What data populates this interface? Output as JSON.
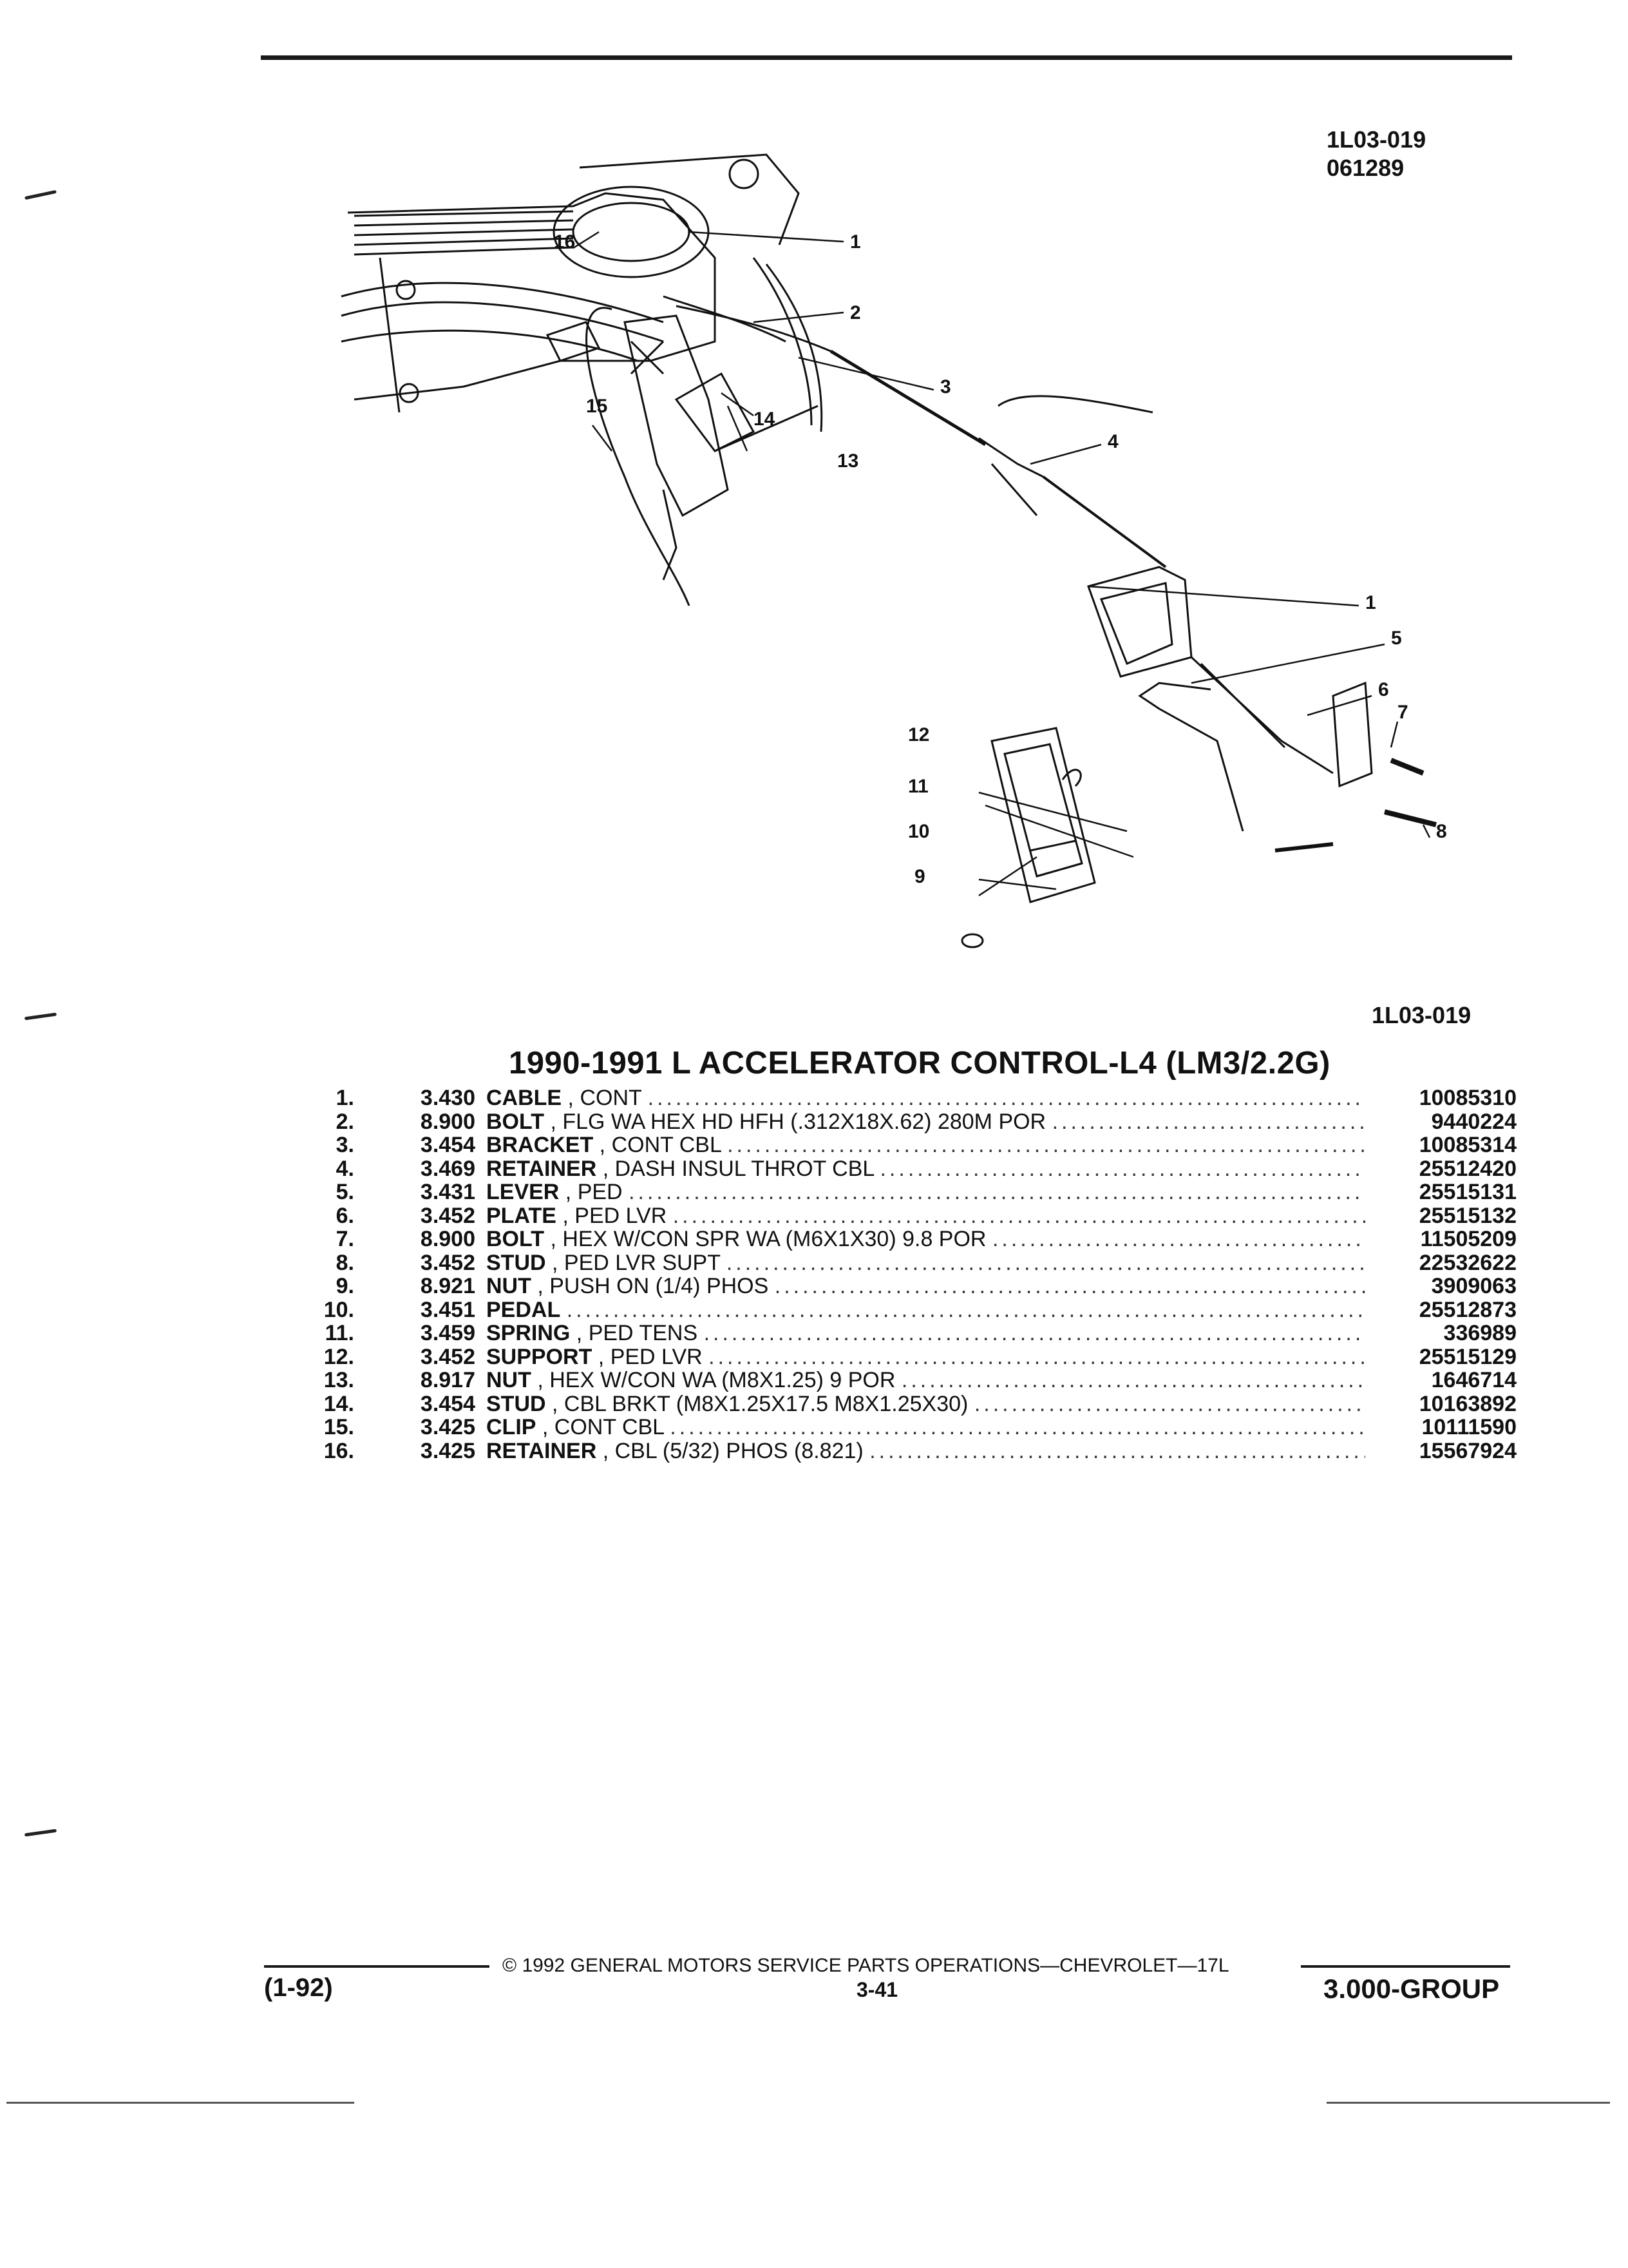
{
  "header": {
    "code_line1": "1L03-019",
    "code_line2": "061289"
  },
  "figure": {
    "code": "1L03-019",
    "callouts": [
      "1",
      "2",
      "3",
      "4",
      "5",
      "6",
      "7",
      "8",
      "9",
      "10",
      "11",
      "12",
      "13",
      "14",
      "15",
      "16"
    ]
  },
  "section_title": "1990-1991 L ACCELERATOR CONTROL-L4 (LM3/2.2G)",
  "parts": [
    {
      "index": "1.",
      "group": "3.430",
      "name": "CABLE",
      "detail": "CONT",
      "part_no": "10085310"
    },
    {
      "index": "2.",
      "group": "8.900",
      "name": "BOLT",
      "detail": "FLG WA HEX HD HFH (.312X18X.62) 280M POR",
      "part_no": "9440224"
    },
    {
      "index": "3.",
      "group": "3.454",
      "name": "BRACKET",
      "detail": "CONT CBL",
      "part_no": "10085314"
    },
    {
      "index": "4.",
      "group": "3.469",
      "name": "RETAINER",
      "detail": "DASH INSUL THROT CBL",
      "part_no": "25512420"
    },
    {
      "index": "5.",
      "group": "3.431",
      "name": "LEVER",
      "detail": "PED",
      "part_no": "25515131"
    },
    {
      "index": "6.",
      "group": "3.452",
      "name": "PLATE",
      "detail": "PED LVR",
      "part_no": "25515132"
    },
    {
      "index": "7.",
      "group": "8.900",
      "name": "BOLT",
      "detail": "HEX W/CON SPR WA (M6X1X30) 9.8 POR",
      "part_no": "11505209"
    },
    {
      "index": "8.",
      "group": "3.452",
      "name": "STUD",
      "detail": "PED LVR SUPT",
      "part_no": "22532622"
    },
    {
      "index": "9.",
      "group": "8.921",
      "name": "NUT",
      "detail": "PUSH ON (1/4) PHOS",
      "part_no": "3909063"
    },
    {
      "index": "10.",
      "group": "3.451",
      "name": "PEDAL",
      "detail": "",
      "part_no": "25512873"
    },
    {
      "index": "11.",
      "group": "3.459",
      "name": "SPRING",
      "detail": "PED TENS",
      "part_no": "336989"
    },
    {
      "index": "12.",
      "group": "3.452",
      "name": "SUPPORT",
      "detail": "PED LVR",
      "part_no": "25515129"
    },
    {
      "index": "13.",
      "group": "8.917",
      "name": "NUT",
      "detail": "HEX W/CON WA (M8X1.25) 9 POR",
      "part_no": "1646714"
    },
    {
      "index": "14.",
      "group": "3.454",
      "name": "STUD",
      "detail": "CBL BRKT (M8X1.25X17.5 M8X1.25X30)",
      "part_no": "10163892"
    },
    {
      "index": "15.",
      "group": "3.425",
      "name": "CLIP",
      "detail": "CONT CBL",
      "part_no": "10111590"
    },
    {
      "index": "16.",
      "group": "3.425",
      "name": "RETAINER",
      "detail": "CBL (5/32) PHOS (8.821)",
      "part_no": "15567924"
    }
  ],
  "footer": {
    "copyright": "© 1992 GENERAL MOTORS SERVICE PARTS OPERATIONS—CHEVROLET—17L",
    "date": "(1-92)",
    "page": "3-41",
    "group": "3.000-GROUP"
  }
}
